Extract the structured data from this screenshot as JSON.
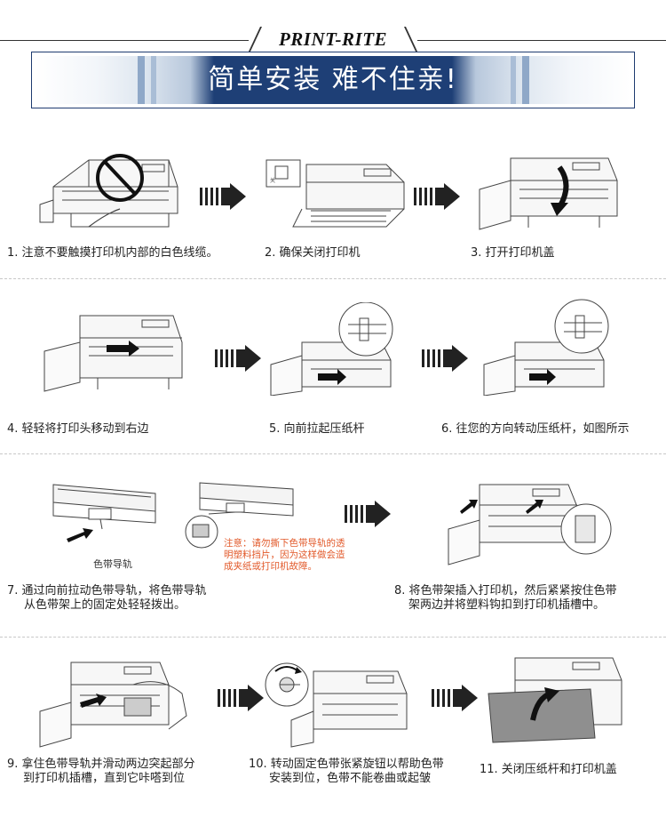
{
  "header": {
    "brand": "PRINT-RITE",
    "title": "简单安装 难不住亲!"
  },
  "steps": [
    {
      "caption": "1. 注意不要触摸打印机内部的白色线缆。"
    },
    {
      "caption": "2. 确保关闭打印机"
    },
    {
      "caption": "3. 打开打印机盖"
    },
    {
      "caption": "4. 轻轻将打印头移动到右边"
    },
    {
      "caption": "5. 向前拉起压纸杆"
    },
    {
      "caption": "6. 往您的方向转动压纸杆，如图所示"
    },
    {
      "caption_line1": "7. 通过向前拉动色带导轨，将色带导轨",
      "caption_line2": "从色带架上的固定处轻轻拨出。"
    },
    {
      "caption_line1": "8. 将色带架插入打印机，然后紧紧按住色带",
      "caption_line2": "架两边并将塑料钩扣到打印机插槽中。"
    },
    {
      "caption_line1": "9. 拿住色带导轨并滑动两边突起部分",
      "caption_line2": "到打印机插槽，直到它咔嗒到位"
    },
    {
      "caption_line1": "10. 转动固定色带张紧旋钮以帮助色带",
      "caption_line2": "安装到位，色带不能卷曲或起皱"
    },
    {
      "caption": "11. 关闭压纸杆和打印机盖"
    }
  ],
  "labels": {
    "ribbon_guide": "色带导轨",
    "warning_line1": "注意：请勿撕下色带导轨的透",
    "warning_line2": "明塑料挡片，因为这样做会造",
    "warning_line3": "成夹纸或打印机故障。"
  },
  "colors": {
    "banner_blue": "#1e3f76",
    "warning": "#e25a2b",
    "arrow": "#222222"
  }
}
